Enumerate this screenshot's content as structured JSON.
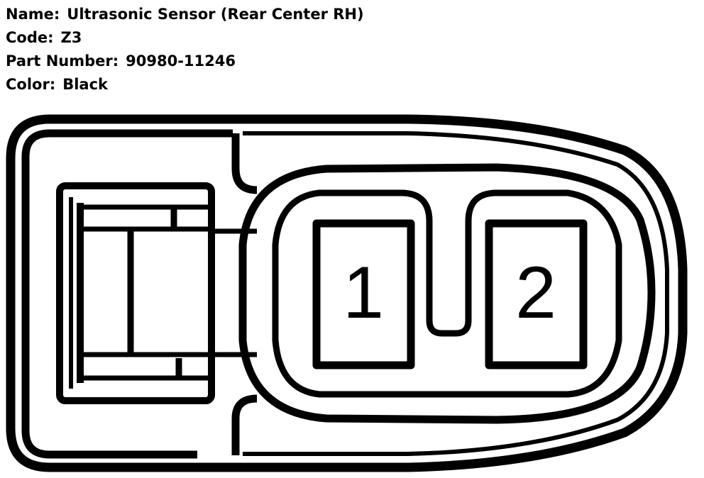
{
  "header": {
    "name_label": "Name:",
    "name_value": "Ultrasonic Sensor (Rear Center RH)",
    "code_label": "Code:",
    "code_value": "Z3",
    "part_label": "Part Number:",
    "part_value": "90980-11246",
    "color_label": "Color:",
    "color_value": "Black"
  },
  "connector": {
    "pins": [
      {
        "label": "1"
      },
      {
        "label": "2"
      }
    ],
    "line_color": "#000000",
    "background_color": "#ffffff"
  }
}
